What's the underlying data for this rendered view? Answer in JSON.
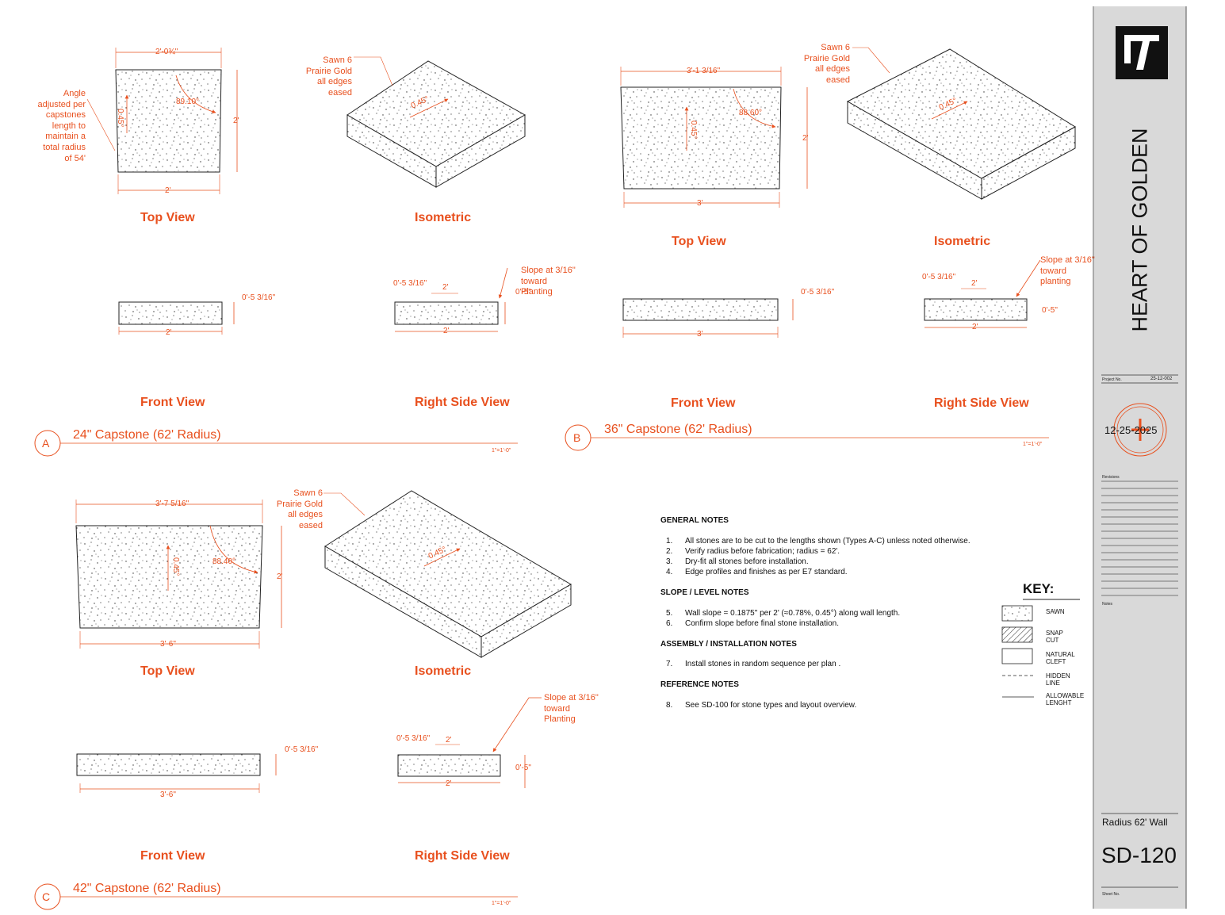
{
  "colors": {
    "accent": "#e8501e",
    "line": "#222222",
    "title_block_bg": "#d9d9d9",
    "logo_bg": "#111111"
  },
  "sections": [
    {
      "letter": "A",
      "title": "24\" Capstone (62' Radius)",
      "scale": "1\"=1'-0\"",
      "views": {
        "top": "Top View",
        "iso": "Isometric",
        "front": "Front View",
        "side": "Right Side View"
      },
      "top_dims": {
        "top_width": "2'-0¾\"",
        "bottom_width": "2'",
        "depth": "2'",
        "angle": "89.10°",
        "slope": "0.45°"
      },
      "side_dims": {
        "height": "0'-5 3/16\"",
        "width": "2'",
        "front_width": "2'",
        "low_height": "0'-5\""
      },
      "iso_note": "Sawn 6\nPrairie Gold\nall edges\neased",
      "angle_note": "Angle\nadjusted per\ncapstones\nlength to\nmaintain a\ntotal radius\nof 54'",
      "slope_note": "Slope at 3/16\"\ntoward\nPlanting"
    },
    {
      "letter": "B",
      "title": "36\" Capstone (62' Radius)",
      "scale": "1\"=1'-0\"",
      "views": {
        "top": "Top View",
        "iso": "Isometric",
        "front": "Front View",
        "side": "Right Side View"
      },
      "top_dims": {
        "top_width": "3'-1 3/16\"",
        "bottom_width": "3'",
        "depth": "2'",
        "angle": "88.60°",
        "slope": "0.45°"
      },
      "side_dims": {
        "height": "0'-5 3/16\"",
        "width": "2'",
        "front_width": "3'",
        "low_height": "0'-5\""
      },
      "iso_note": "Sawn 6\nPrairie Gold\nall edges\neased",
      "slope_note": "Slope at 3/16\"\ntoward\nplanting"
    },
    {
      "letter": "C",
      "title": "42\" Capstone (62' Radius)",
      "scale": "1\"=1'-0\"",
      "views": {
        "top": "Top View",
        "iso": "Isometric",
        "front": "Front View",
        "side": "Right Side View"
      },
      "top_dims": {
        "top_width": "3'-7 5/16\"",
        "bottom_width": "3'-6\"",
        "depth": "2'",
        "angle": "88.40°",
        "slope": "0.45°"
      },
      "side_dims": {
        "height": "0'-5 3/16\"",
        "width": "2'",
        "front_width": "3'-6\"",
        "low_height": "0'-5\""
      },
      "iso_note": "Sawn 6\nPrairie Gold\nall edges\neased",
      "slope_note": "Slope at 3/16\"\ntoward\nPlanting"
    }
  ],
  "notes": [
    {
      "heading": "GENERAL NOTES",
      "items": [
        {
          "n": "1.",
          "text": "All stones are to be cut to the lengths shown (Types A-C) unless noted otherwise."
        },
        {
          "n": "2.",
          "text": "Verify radius before fabrication; radius = 62'."
        },
        {
          "n": "3.",
          "text": "Dry-fit all stones before installation."
        },
        {
          "n": "4.",
          "text": "Edge profiles and finishes as per E7 standard."
        }
      ]
    },
    {
      "heading": "SLOPE / LEVEL NOTES",
      "items": [
        {
          "n": "5.",
          "text": "Wall slope = 0.1875\" per 2' (≈0.78%, 0.45°) along wall length."
        },
        {
          "n": "6.",
          "text": "Confirm slope before final stone installation."
        }
      ]
    },
    {
      "heading": "ASSEMBLY / INSTALLATION NOTES",
      "items": [
        {
          "n": "7.",
          "text": "Install stones in random sequence per plan ."
        }
      ]
    },
    {
      "heading": "REFERENCE NOTES",
      "items": [
        {
          "n": "8.",
          "text": "See SD-100 for stone types and layout overview."
        }
      ]
    }
  ],
  "key": {
    "title": "KEY:",
    "items": [
      {
        "pattern": "sawn",
        "label": "SAWN"
      },
      {
        "pattern": "hatch",
        "label": "SNAP\nCUT"
      },
      {
        "pattern": "blank",
        "label": "NATURAL\nCLEFT"
      },
      {
        "pattern": "dashed",
        "label": "HIDDEN\nLINE"
      },
      {
        "pattern": "solid",
        "label": "ALLOWABLE\nLENGHT"
      }
    ]
  },
  "title_block": {
    "logo_icon": "e7-logo-icon",
    "project_name": "HEART OF GOLDEN",
    "project_no_label": "Project No.",
    "project_no": "25-12-002",
    "date": "12-25-2025",
    "revisions_label": "Revisions",
    "notes_label": "Notes",
    "sheet_title": "Radius 62' Wall",
    "sheet_number": "SD-120",
    "sheet_no_label": "Sheet No."
  }
}
